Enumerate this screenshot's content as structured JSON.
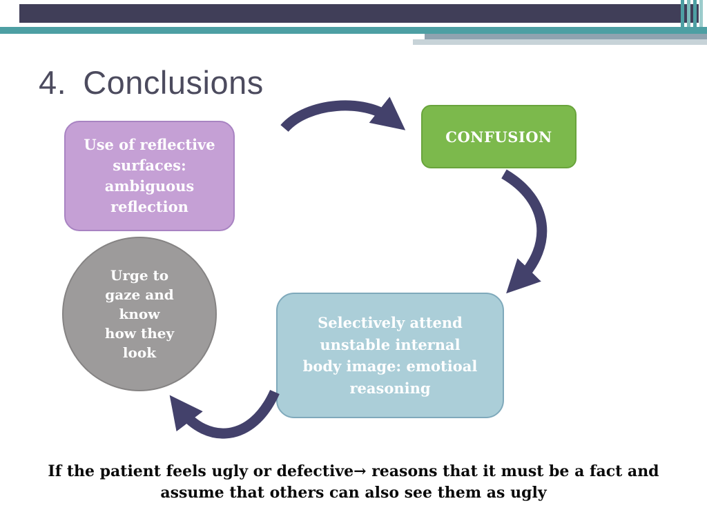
{
  "slide": {
    "title_number": "4.",
    "title_text": "Conclusions"
  },
  "diagram": {
    "nodes": [
      {
        "id": "reflective-surfaces",
        "shape": "rounded-rect",
        "fill": "#c5a0d5",
        "border": "#a883c2",
        "lines": [
          "Use of reflective",
          "surfaces:",
          "ambiguous",
          "reflection"
        ]
      },
      {
        "id": "confusion",
        "shape": "rounded-rect",
        "fill": "#7cb94c",
        "border": "#69a43c",
        "lines": [
          "CONFUSION"
        ]
      },
      {
        "id": "urge-to-gaze",
        "shape": "circle",
        "fill": "#9d9b9b",
        "border": "#858383",
        "lines": [
          "Urge to",
          "gaze and",
          "know",
          "how they",
          "look"
        ]
      },
      {
        "id": "selectively-attend",
        "shape": "rounded-rect",
        "fill": "#abced8",
        "border": "#7fa9bb",
        "lines": [
          "Selectively attend",
          "unstable internal",
          "body image: emotioal",
          "reasoning"
        ]
      }
    ],
    "arrow_color": "#43416b"
  },
  "footer": {
    "lines": [
      "If the patient feels ugly or defective→ reasons that it must be a fact and",
      "assume that others can also see them as ugly"
    ]
  },
  "colors": {
    "header_bar": "#403e58",
    "teal_bar": "#4d9fa3",
    "accent_bar_1": "#8fa3b0",
    "accent_bar_2": "#c7d3d8",
    "title_text": "#4c4b5e",
    "node_text": "#ffffff",
    "footer_text": "#0a0a0a",
    "background": "#ffffff"
  }
}
